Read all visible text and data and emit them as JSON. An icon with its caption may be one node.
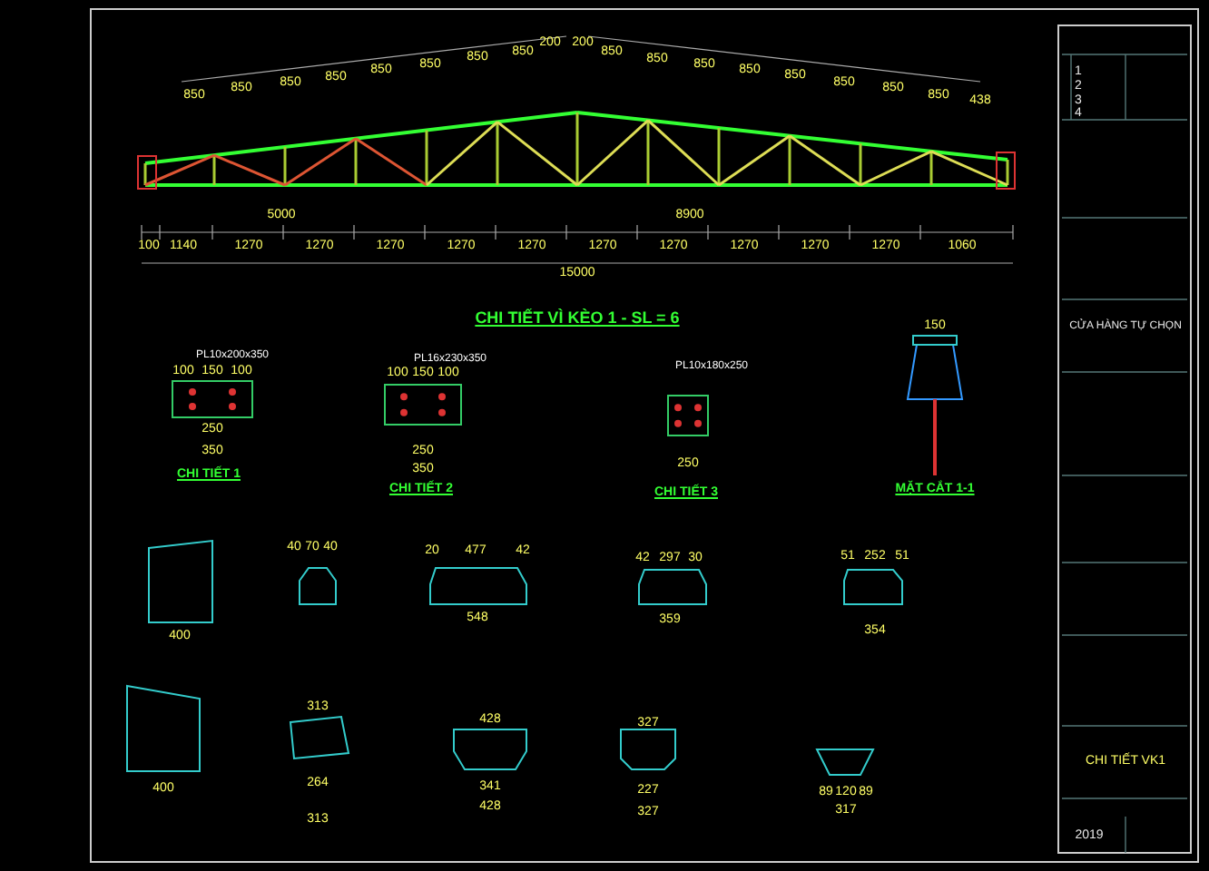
{
  "diagram": {
    "title": "CHI TIẾT VÌ KÈO 1 - SL = 6",
    "labels": [
      "850",
      "850",
      "850",
      "850",
      "850",
      "850",
      "850",
      "850",
      "200",
      "200",
      "850",
      "850",
      "850",
      "850",
      "850",
      "850",
      "850",
      "850",
      "438",
      "5000",
      "8900",
      "100",
      "1140",
      "1270",
      "1270",
      "1270",
      "1270",
      "1270",
      "1270",
      "1270",
      "1270",
      "1270",
      "1270",
      "1060",
      "15000",
      "PL10x200x350",
      "100",
      "150",
      "100",
      "250",
      "350",
      "CHI TIẾT 1",
      "PL16x230x350",
      "100",
      "150",
      "100",
      "250",
      "350",
      "CHI TIẾT 2",
      "PL10x180x250",
      "250",
      "CHI TIẾT 3",
      "150",
      "MẶT CẮT 1-1",
      "400",
      "40",
      "70",
      "40",
      "20",
      "477",
      "42",
      "548",
      "42",
      "297",
      "30",
      "359",
      "51",
      "252",
      "51",
      "354",
      "400",
      "313",
      "264",
      "313",
      "428",
      "341",
      "428",
      "327",
      "227",
      "327",
      "89",
      "120",
      "89",
      "317",
      "1",
      "2",
      "3",
      "4",
      "CỬA HÀNG TỰ CHỌN",
      "CHI TIẾT VK1",
      "2019"
    ]
  }
}
